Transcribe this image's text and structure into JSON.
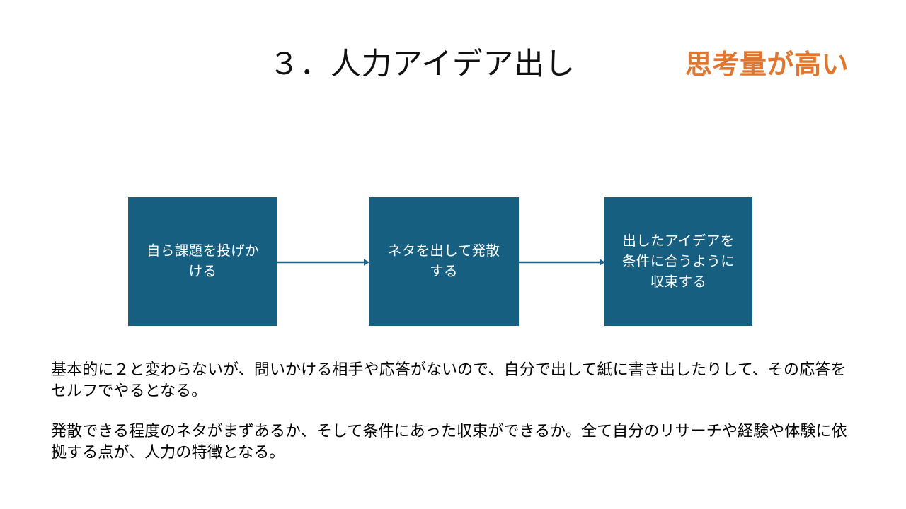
{
  "slide": {
    "title": "３．人力アイデア出し",
    "callout": "思考量が高い",
    "accent_color": "#E1762F",
    "box_color": "#175F80",
    "box_text_color": "#FFFFFF",
    "background_color": "#FFFFFF"
  },
  "flow": {
    "boxes": [
      {
        "id": "box-1",
        "label": "自ら課題を投げかける"
      },
      {
        "id": "box-2",
        "label": "ネタを出して発散する"
      },
      {
        "id": "box-3",
        "label": "出したアイデアを条件に合うように収束する"
      }
    ],
    "connectors": [
      {
        "id": "connector-1",
        "icon": "arrow-right-icon"
      },
      {
        "id": "connector-2",
        "icon": "arrow-right-icon"
      }
    ]
  },
  "body": {
    "paragraphs": [
      "基本的に２と変わらないが、問いかける相手や応答がないので、自分で出して紙に書き出したりして、その応答をセルフでやるとなる。",
      "発散できる程度のネタがまずあるか、そして条件にあった収束ができるか。全て自分のリサーチや経験や体験に依拠する点が、人力の特徴となる。"
    ]
  }
}
